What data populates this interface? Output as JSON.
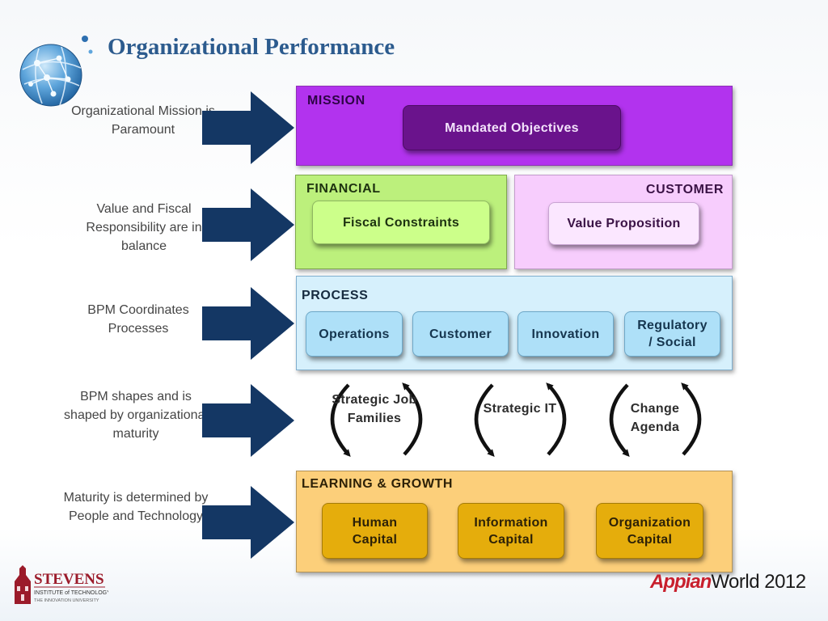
{
  "header": {
    "title": "Organizational Performance"
  },
  "left_labels": [
    "Organizational Mission is Paramount",
    "Value and Fiscal Responsibility are in balance",
    "BPM Coordinates Processes",
    "BPM shapes and is shaped by organizational maturity",
    "Maturity is determined by People and Technology"
  ],
  "mission": {
    "label": "MISSION",
    "item": "Mandated Objectives"
  },
  "financial": {
    "label": "FINANCIAL",
    "item": "Fiscal Constraints"
  },
  "customer": {
    "label": "CUSTOMER",
    "item": "Value Proposition"
  },
  "process": {
    "label": "PROCESS",
    "items": [
      "Operations",
      "Customer",
      "Innovation",
      "Regulatory / Social"
    ]
  },
  "cycles": [
    "Strategic Job Families",
    "Strategic IT",
    "Change Agenda"
  ],
  "learning": {
    "label": "LEARNING & GROWTH",
    "items": [
      "Human Capital",
      "Information Capital",
      "Organization Capital"
    ]
  },
  "logos": {
    "stevens_text": "STEVENS INSTITUTE of TECHNOLOGY",
    "appian_brand": "Appian",
    "appian_rest": "World 2012"
  },
  "colors": {
    "title": "#2c5b8e",
    "arrow": "#143764",
    "mission": "#b233ee",
    "financial": "#bcf07c",
    "customer": "#f7cdfd",
    "process": "#d6f0fc",
    "learning": "#fccf7a"
  }
}
